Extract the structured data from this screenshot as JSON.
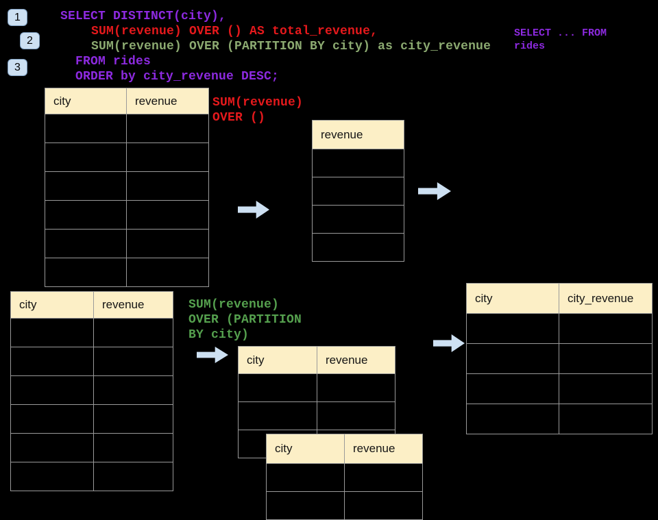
{
  "colors": {
    "background": "#000000",
    "purple": "#8d2ae0",
    "red": "#e5191c",
    "sage_green": "#8caa71",
    "green": "#55a04e",
    "header_cream": "#fcefc6",
    "arrow_blue": "#cde0f2",
    "table_border": "#9a9a9a"
  },
  "badges": [
    {
      "label": "1"
    },
    {
      "label": "2"
    },
    {
      "label": "3"
    }
  ],
  "sql_main": {
    "lines": [
      {
        "text": "SELECT DISTINCT(city),",
        "color": "purple"
      },
      {
        "text": "SUM(revenue) OVER () AS total_revenue,",
        "color": "red"
      },
      {
        "text": "SUM(revenue) OVER (PARTITION BY city) as city_revenue",
        "color": "green"
      },
      {
        "text": "FROM rides",
        "color": "purple"
      },
      {
        "text": "ORDER by city_revenue DESC;",
        "color": "purple"
      }
    ]
  },
  "sql_side": {
    "lines": [
      {
        "text": "SELECT ... FROM"
      },
      {
        "text": "rides"
      }
    ]
  },
  "labels": {
    "total_revenue": {
      "lines": [
        {
          "text": "SUM(revenue)"
        },
        {
          "text": "OVER ()"
        }
      ],
      "color": "red"
    },
    "partition": {
      "lines": [
        {
          "text": "SUM(revenue)"
        },
        {
          "text": "OVER (PARTITION"
        },
        {
          "text": "BY city)"
        }
      ],
      "color": "green"
    }
  },
  "tables": {
    "source_top": {
      "headers": [
        "city",
        "revenue"
      ],
      "rows": 6
    },
    "revenue_only": {
      "headers": [
        "revenue"
      ],
      "rows": 4
    },
    "source_bottom": {
      "headers": [
        "city",
        "revenue"
      ],
      "rows": 6
    },
    "partition_front": {
      "headers": [
        "city",
        "revenue"
      ],
      "rows": 3
    },
    "partition_back": {
      "headers": [
        "city",
        "revenue"
      ],
      "rows": 2
    },
    "result": {
      "headers": [
        "city",
        "city_revenue"
      ],
      "rows": 4
    }
  },
  "arrows": [
    {
      "name": "arrow-source-to-revenue"
    },
    {
      "name": "arrow-revenue-to-total"
    },
    {
      "name": "arrow-source-to-partitions"
    },
    {
      "name": "arrow-partitions-to-result"
    }
  ]
}
